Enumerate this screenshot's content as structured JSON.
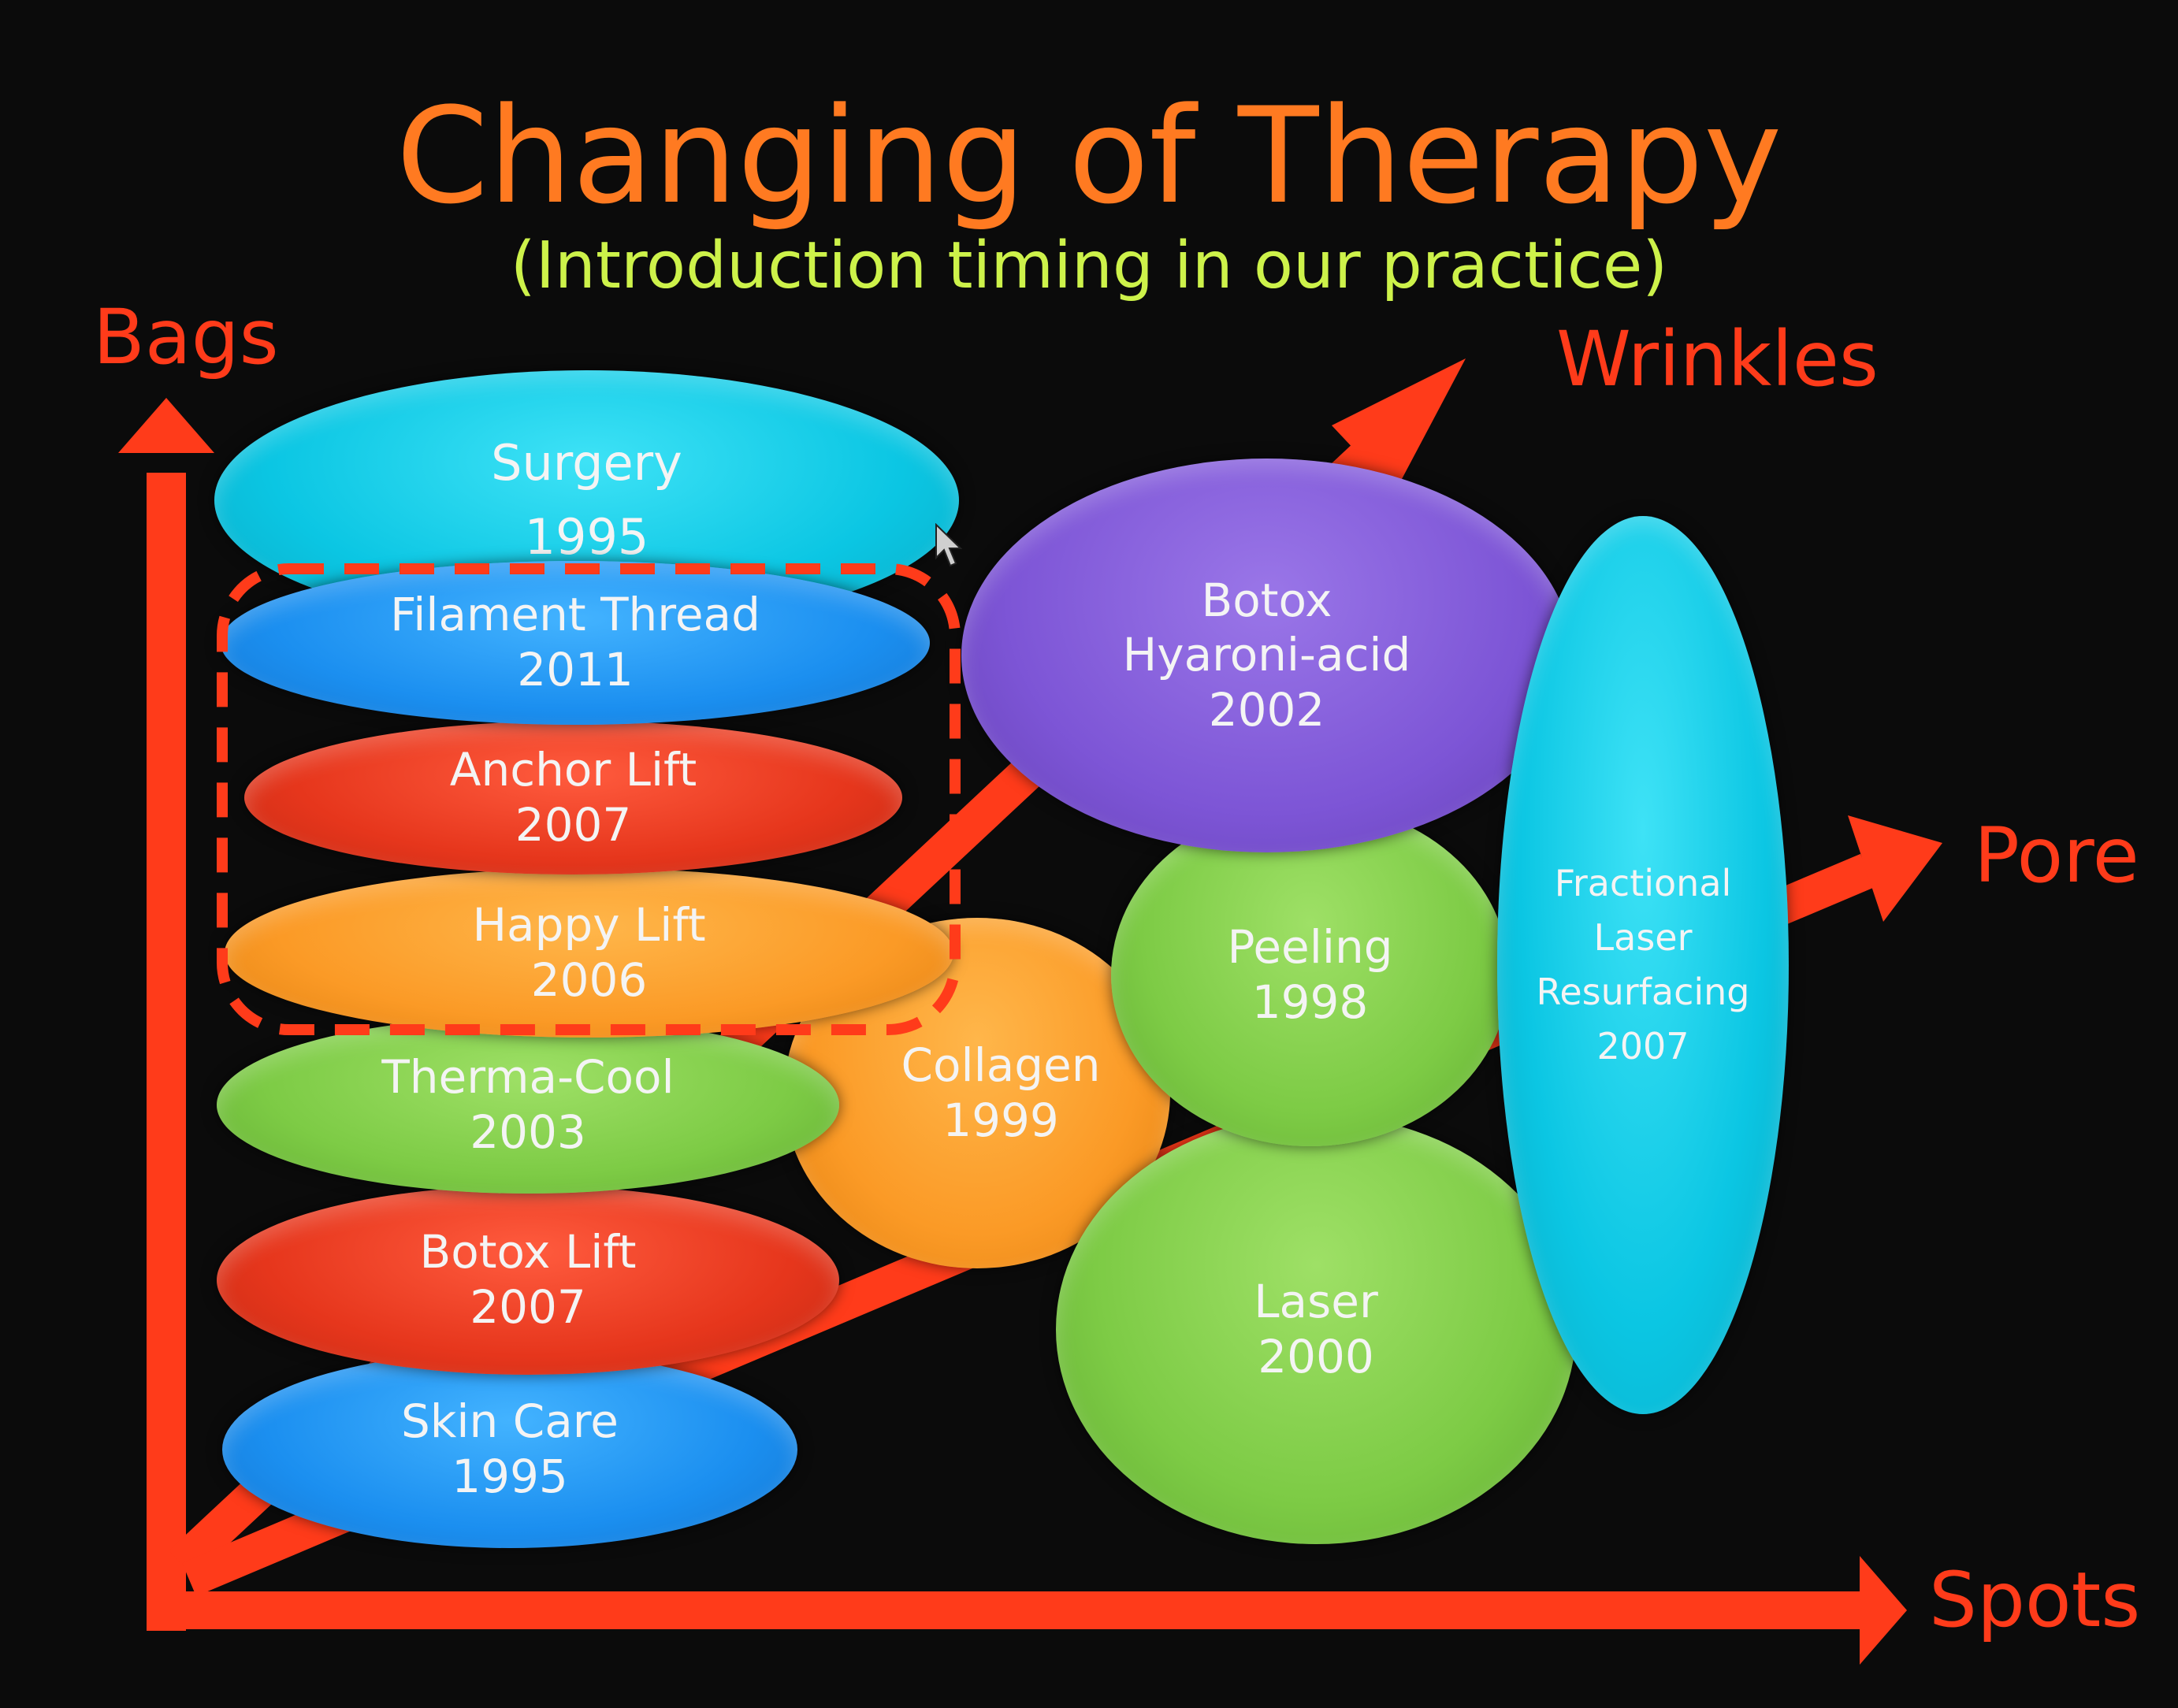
{
  "title": "Changing of Therapy",
  "subtitle": "(Introduction timing in our practice)",
  "axes": {
    "bags": "Bags",
    "wrinkles": "Wrinkles",
    "pore": "Pore",
    "spots": "Spots"
  },
  "therapies": {
    "surgery": {
      "name": "Surgery",
      "year": "1995"
    },
    "filament_thread": {
      "name": "Filament Thread",
      "year": "2011"
    },
    "anchor_lift": {
      "name": "Anchor Lift",
      "year": "2007"
    },
    "happy_lift": {
      "name": "Happy Lift",
      "year": "2006"
    },
    "therma_cool": {
      "name": "Therma-Cool",
      "year": "2003"
    },
    "botox_lift": {
      "name": "Botox Lift",
      "year": "2007"
    },
    "skin_care": {
      "name": "Skin Care",
      "year": "1995"
    },
    "collagen": {
      "name": "Collagen",
      "year": "1999"
    },
    "botox_hyaronic": {
      "name1": "Botox",
      "name2": "Hyaroni-acid",
      "year": "2002"
    },
    "peeling": {
      "name": "Peeling",
      "year": "1998"
    },
    "laser": {
      "name": "Laser",
      "year": "2000"
    },
    "fractional": {
      "line1": "Fractional",
      "line2": "Laser",
      "line3": "Resurfacing",
      "year": "2007"
    }
  },
  "colors": {
    "arrow": "#ff3b1a",
    "title": "#ff7a21",
    "subtitle": "#cdf24a",
    "highlight_border": "#ff3b1a"
  }
}
